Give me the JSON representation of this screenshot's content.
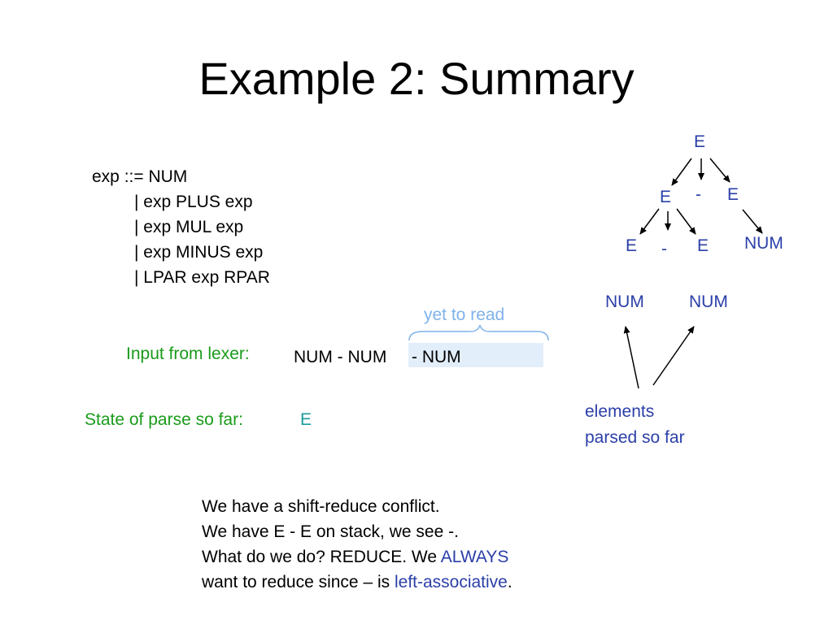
{
  "slide": {
    "title": "Example 2: Summary"
  },
  "grammar": {
    "lines": [
      "exp ::= NUM",
      "| exp PLUS exp",
      "| exp MUL exp",
      "| exp MINUS exp",
      "| LPAR exp RPAR"
    ]
  },
  "input": {
    "label": "Input from lexer:",
    "read_part": "NUM - NUM",
    "unread_part": "- NUM",
    "yet_to_read_label": "yet to read"
  },
  "state": {
    "label": "State of parse so far:",
    "value": "E"
  },
  "tree": {
    "root": "E",
    "op_top": "-",
    "right_top": "E",
    "left_mid": "E",
    "left_leaf": "E",
    "op_mid": "-",
    "right_leaf": "E",
    "num_right_top": "NUM",
    "num_left": "NUM",
    "num_right": "NUM",
    "annotation_line1": "elements",
    "annotation_line2": "parsed so far"
  },
  "conclusion": {
    "line1": "We have a shift-reduce conflict.",
    "line2": "We have E - E on stack, we see -.",
    "line3_prefix": "What do we do? REDUCE.  We ",
    "line3_highlight": "ALWAYS",
    "line4_prefix": "want to reduce since – is ",
    "line4_highlight": "left-associative",
    "line4_suffix": "."
  },
  "colors": {
    "green": "#1a9b1a",
    "blue": "#2b3fa8",
    "light_blue": "#7fb2ea",
    "highlight_bg": "#e3eefb"
  }
}
